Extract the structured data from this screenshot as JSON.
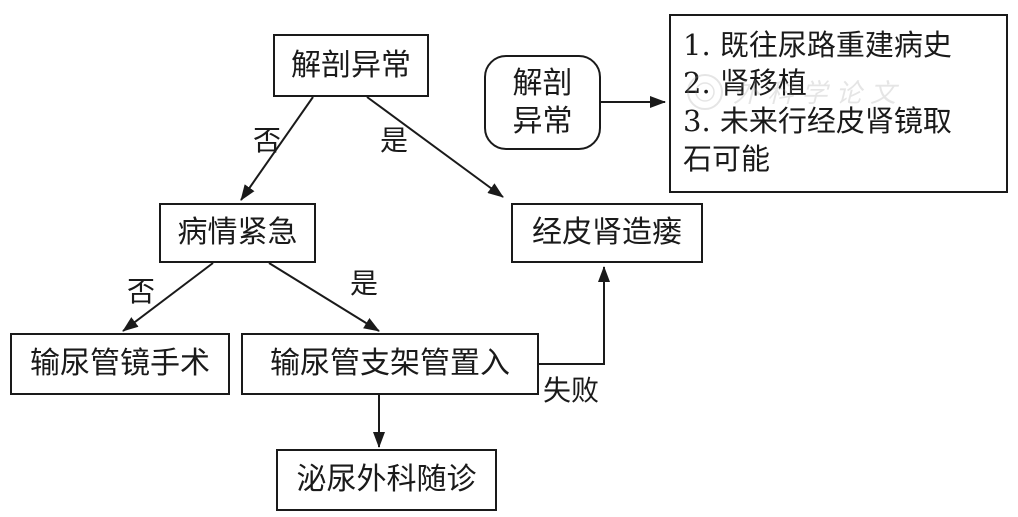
{
  "nodes": {
    "anatomy_abnormal": "解剖异常",
    "urgent": "病情紧急",
    "nephrostomy": "经皮肾造瘘",
    "ureteroscopy": "输尿管镜手术",
    "stent": "输尿管支架管置入",
    "followup": "泌尿外科随诊",
    "legend_anatomy_line1": "解剖",
    "legend_anatomy_line2": "异常"
  },
  "notes": {
    "items": [
      "1. 既往尿路重建病史",
      "2. 肾移植",
      "3. 未来行经皮肾镜取",
      "石可能"
    ]
  },
  "edge_labels": {
    "no_1": "否",
    "yes_1": "是",
    "no_2": "否",
    "yes_2": "是",
    "fail": "失败"
  },
  "colors": {
    "stroke": "#1a1a1a",
    "watermark": "#9a9a9a"
  },
  "watermark": {
    "text": "外 科 学 论 文"
  }
}
